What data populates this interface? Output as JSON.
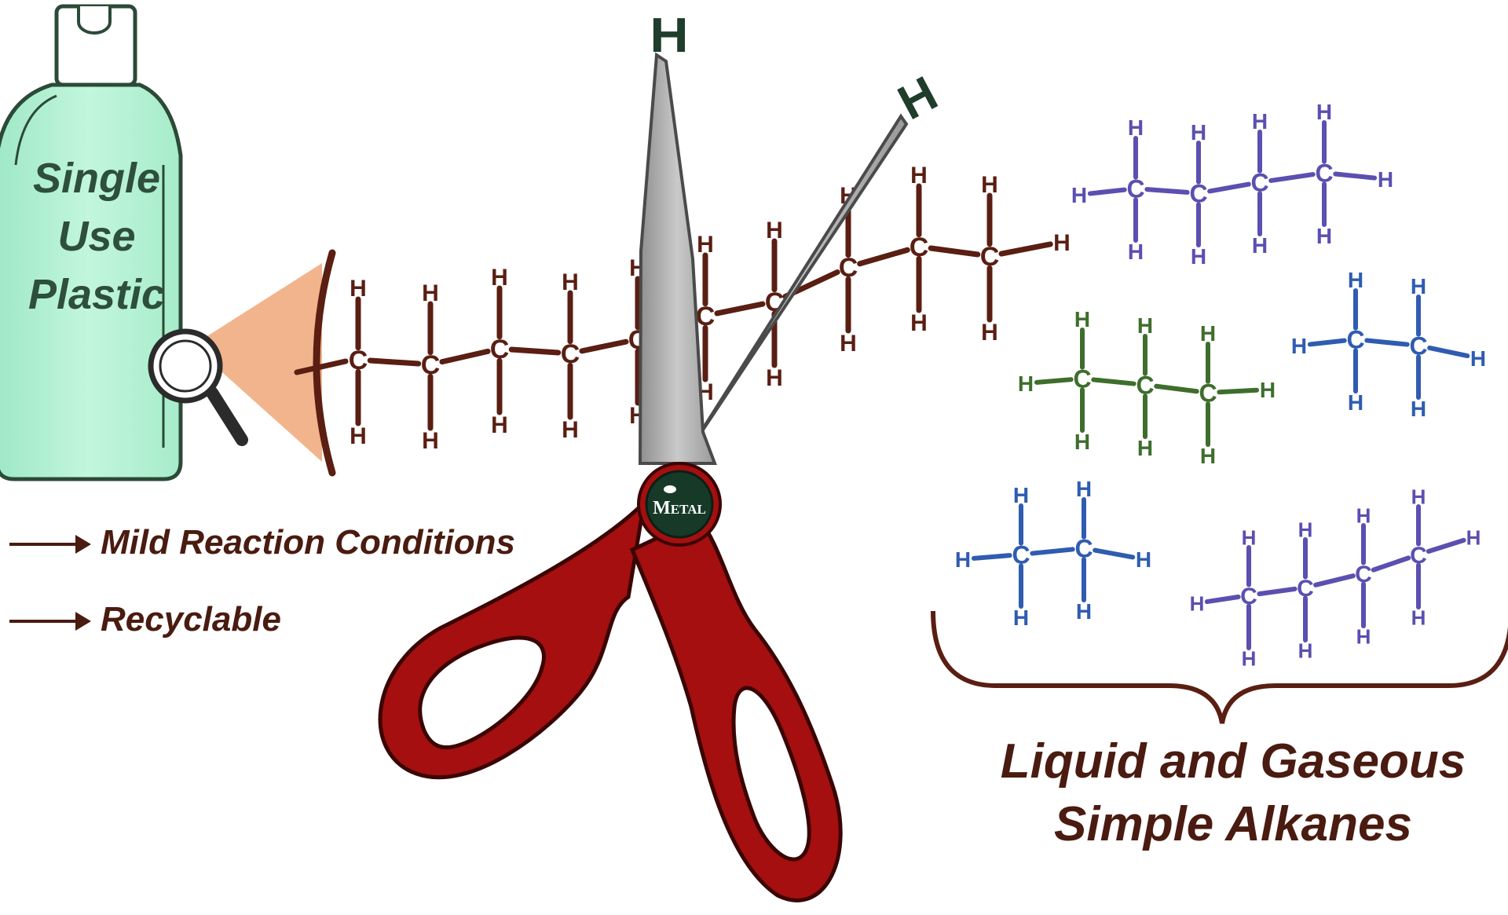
{
  "bottle": {
    "lines": [
      "Single",
      "Use",
      "Plastic"
    ]
  },
  "features": [
    "Mild Reaction Conditions",
    "Recyclable"
  ],
  "catalyst_label": "Metal",
  "hydrogen_label": "H",
  "carbon_label": "C",
  "caption": {
    "lines": [
      "Liquid and Gaseous",
      "Simple Alkanes"
    ]
  },
  "colors": {
    "polymer": "#5a1e12",
    "hydrogen_label": "#1f3d2b",
    "bottle_fill": "#b9f2d6",
    "scissor_handle": "#a50f0f",
    "scissor_blade": "#a9a9a9",
    "pivot": "#173a28",
    "beam": "#f2b48c",
    "alkane_purple": "#5b4fb0",
    "alkane_green": "#3e6e2c",
    "alkane_blue": "#2f5cb0"
  },
  "icons": [
    "magnifier-icon",
    "scissors-icon",
    "bottle-icon",
    "arrow-right-icon"
  ]
}
